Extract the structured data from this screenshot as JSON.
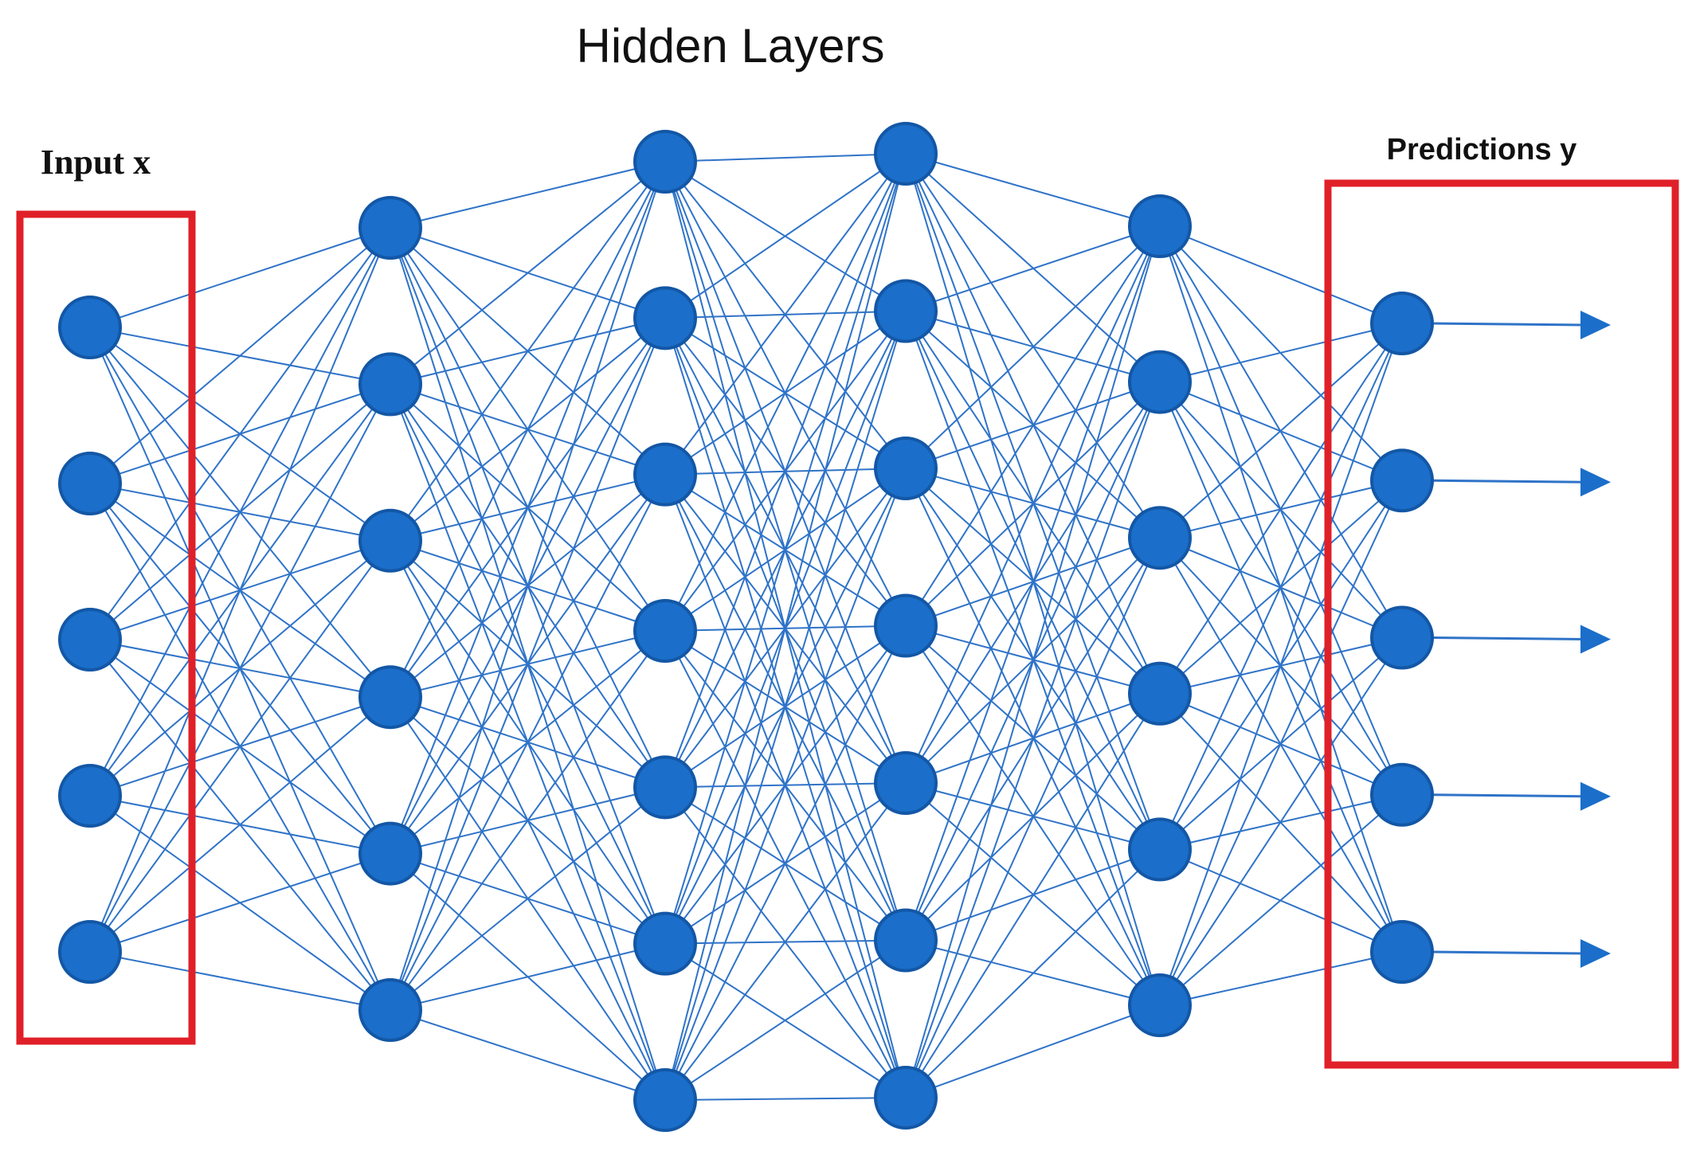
{
  "labels": {
    "hidden_layers": "Hidden Layers",
    "input": "Input x",
    "predictions": "Predictions y"
  },
  "colors": {
    "node_fill": "#1b6ec9",
    "node_stroke": "#1357a6",
    "edge": "#2f73c8",
    "box": "#e02028",
    "text": "#111111"
  },
  "network": {
    "layers": [
      {
        "role": "input",
        "nodes": 5
      },
      {
        "role": "hidden",
        "nodes": 6
      },
      {
        "role": "hidden",
        "nodes": 7
      },
      {
        "role": "hidden",
        "nodes": 7
      },
      {
        "role": "hidden",
        "nodes": 6
      },
      {
        "role": "output",
        "nodes": 5
      }
    ],
    "fully_connected": true,
    "output_arrows": 5
  },
  "icons": {
    "node": "circle",
    "output_arrow": "right-arrow-icon"
  }
}
